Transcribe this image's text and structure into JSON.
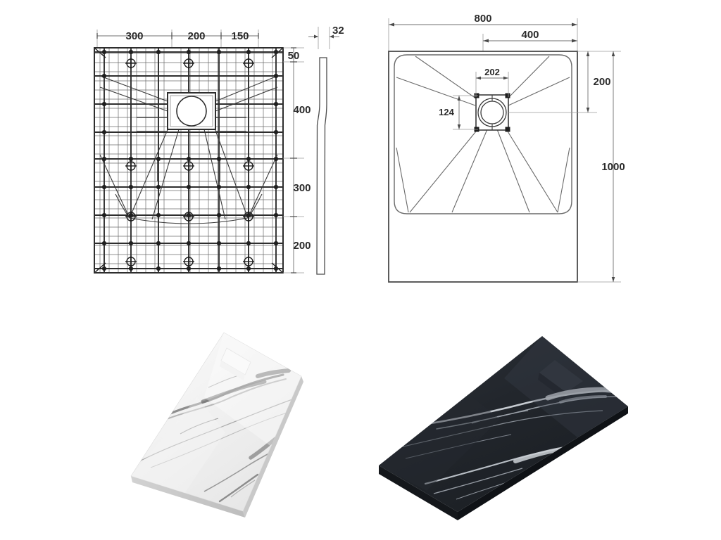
{
  "sheet": {
    "background_color": "#ffffff",
    "line_color": "#3a3a3a",
    "dim_line_color": "#8c8c8c",
    "text_color": "#2b2b2b"
  },
  "views": {
    "underside": {
      "name": "underside-reinforcement-view",
      "title": "",
      "horizontal_dimensions": [
        {
          "label": "300",
          "value": 300
        },
        {
          "label": "200",
          "value": 200
        },
        {
          "label": "150",
          "value": 150
        }
      ],
      "vertical_dimensions": [
        {
          "label": "50",
          "value": 50
        },
        {
          "label": "400",
          "value": 400
        },
        {
          "label": "300",
          "value": 300
        },
        {
          "label": "200",
          "value": 200
        }
      ]
    },
    "section": {
      "name": "side-section-view",
      "thickness_label": "32",
      "thickness_value": 32
    },
    "plan": {
      "name": "top-plan-view",
      "overall_width_label": "800",
      "overall_width_value": 800,
      "overall_height_label": "1000",
      "overall_height_value": 1000,
      "drain_offset_x_label": "400",
      "drain_offset_x_value": 400,
      "drain_offset_y_label": "200",
      "drain_offset_y_value": 200,
      "drain_box_width_label": "202",
      "drain_box_width_value": 202,
      "drain_box_height_label": "124",
      "drain_box_height_value": 124
    }
  },
  "products": [
    {
      "name": "shower-tray-white-marble",
      "finish": "white-marble",
      "base_color": "#f4f4f4",
      "vein_color": "#7d7d7d",
      "edge_color": "#d9d9d9"
    },
    {
      "name": "shower-tray-black-marble",
      "finish": "black-marble",
      "base_color": "#22262b",
      "vein_color": "#d7dade",
      "edge_color": "#15181c"
    }
  ]
}
